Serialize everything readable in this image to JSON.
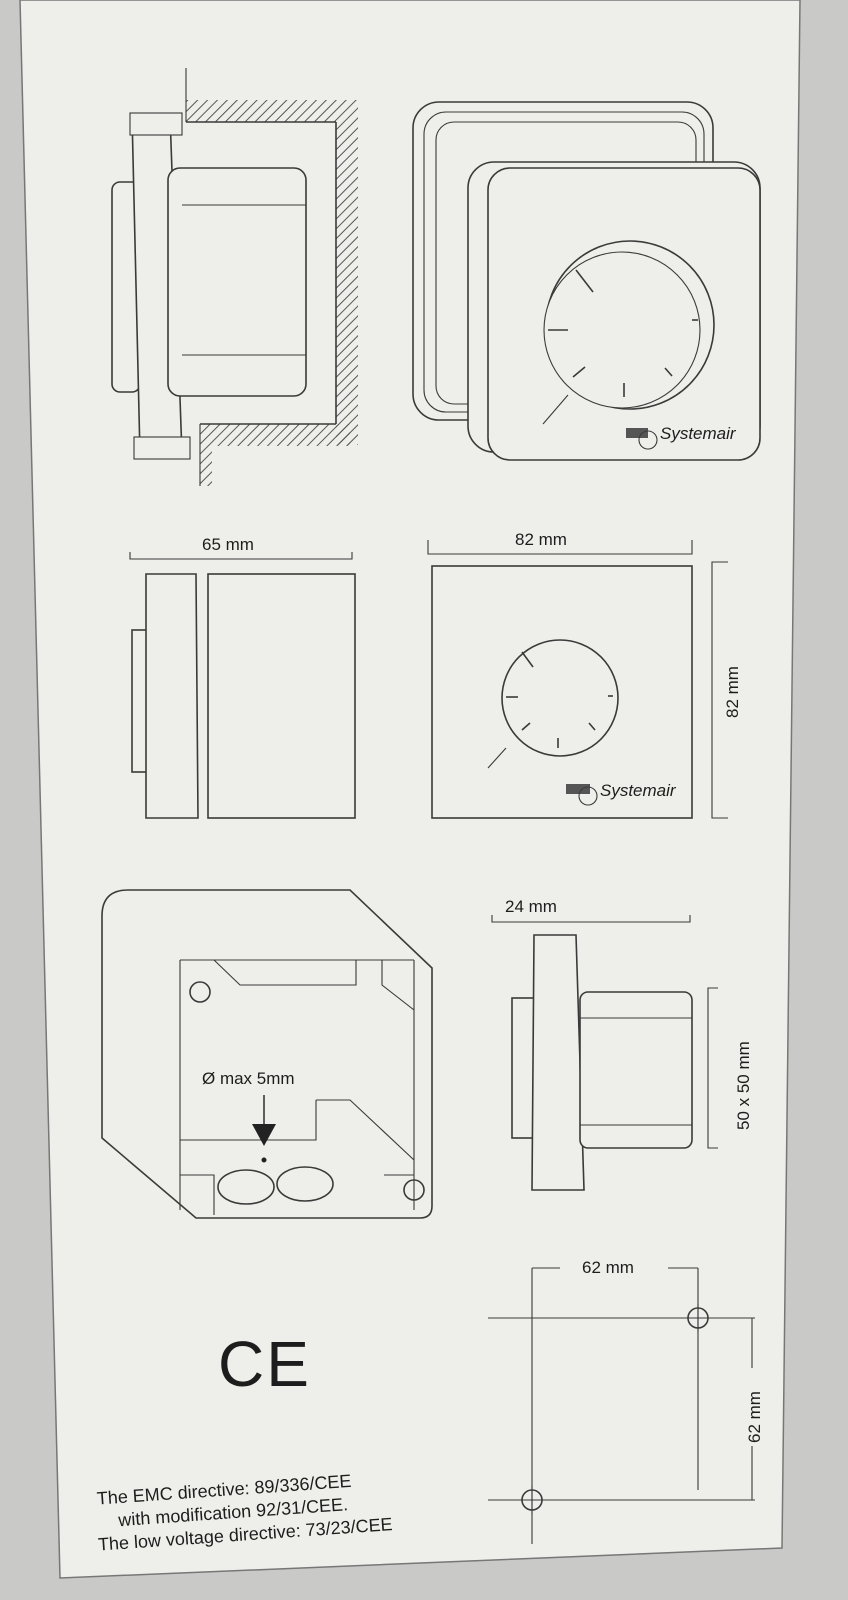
{
  "labels": {
    "dim_side_depth": "65 mm",
    "dim_front_width": "82 mm",
    "dim_front_height": "82 mm",
    "dim_box_depth": "24 mm",
    "dim_box_size": "50 x 50 mm",
    "dim_hole_h": "62 mm",
    "dim_hole_v": "62 mm",
    "hole_note": "Ø max 5mm",
    "brand": "Systemair"
  },
  "mark": "CE",
  "directives": [
    "The EMC directive: 89/336/CEE",
    "with modification 92/31/CEE.",
    "The low voltage directive: 73/23/CEE"
  ],
  "colors": {
    "paper": "#eeeeea",
    "line": "#3a3a3a",
    "hatch": "#555555",
    "ink": "#1d1d1d"
  }
}
